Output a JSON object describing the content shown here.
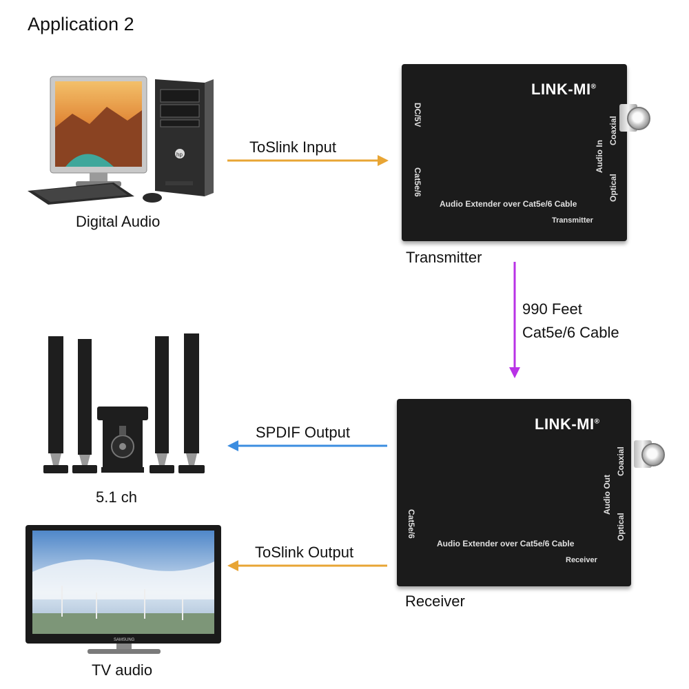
{
  "title": "Application 2",
  "labels": {
    "digital_audio": "Digital Audio",
    "transmitter": "Transmitter",
    "receiver": "Receiver",
    "speakers": "5.1 ch",
    "tv": "TV audio"
  },
  "arrows": {
    "toslink_input": {
      "label": "ToSlink Input",
      "color": "#e8a534"
    },
    "cable": {
      "line1": "990 Feet",
      "line2": "Cat5e/6 Cable",
      "color": "#b832e6"
    },
    "spdif_output": {
      "label": "SPDIF Output",
      "color": "#3b8de0"
    },
    "toslink_output": {
      "label": "ToSlink Output",
      "color": "#e8a534"
    }
  },
  "transmitter_device": {
    "brand": "LINK-MI",
    "left_top": "DC/5V",
    "left_bottom": "Cat5e/6",
    "port_group": "Audio In",
    "port_top": "Coaxial",
    "port_bottom": "Optical",
    "product": "Audio Extender over Cat5e/6 Cable",
    "unit": "Transmitter"
  },
  "receiver_device": {
    "brand": "LINK-MI",
    "left_bottom": "Cat5e/6",
    "port_group": "Audio Out",
    "port_top": "Coaxial",
    "port_bottom": "Optical",
    "product": "Audio Extender over Cat5e/6 Cable",
    "unit": "Receiver"
  },
  "tv_brand": "SAMSUNG",
  "pc_brand": "hp"
}
